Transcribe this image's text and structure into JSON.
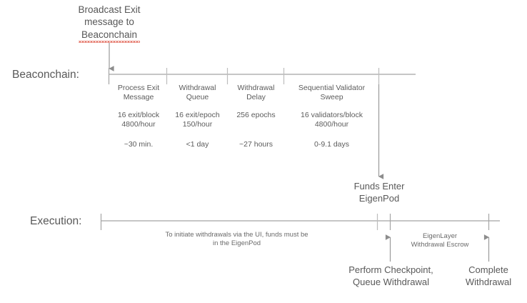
{
  "diagram": {
    "title_note": "Broadcast Exit\nmessage to\nBeaconchain",
    "lanes": {
      "beaconchain_label": "Beaconchain:",
      "execution_label": "Execution:"
    },
    "beaconchain_stages": [
      {
        "name": "Process Exit\nMessage",
        "rate": "16 exit/block\n4800/hour",
        "duration": "~30 min."
      },
      {
        "name": "Withdrawal\nQueue",
        "rate": "16 exit/epoch\n150/hour",
        "duration": "<1 day"
      },
      {
        "name": "Withdrawal\nDelay",
        "rate": "256 epochs",
        "duration": "~27 hours"
      },
      {
        "name": "Sequential Validator\nSweep",
        "rate": "16 validators/block\n4800/hour",
        "duration": "0-9.1 days"
      }
    ],
    "funds_enter_label": "Funds Enter\nEigenPod",
    "execution_note": "To initiate withdrawals via the UI, funds must be\nin the EigenPod",
    "escrow_label": "EigenLayer\nWithdrawal Escrow",
    "bottom_labels": [
      "Perform Checkpoint,\nQueue Withdrawal",
      "Complete\nWithdrawal"
    ],
    "colors": {
      "line": "#9a9a9a",
      "text": "#595959",
      "spellcheck_underline": "#e05b4b",
      "background": "#ffffff"
    }
  }
}
